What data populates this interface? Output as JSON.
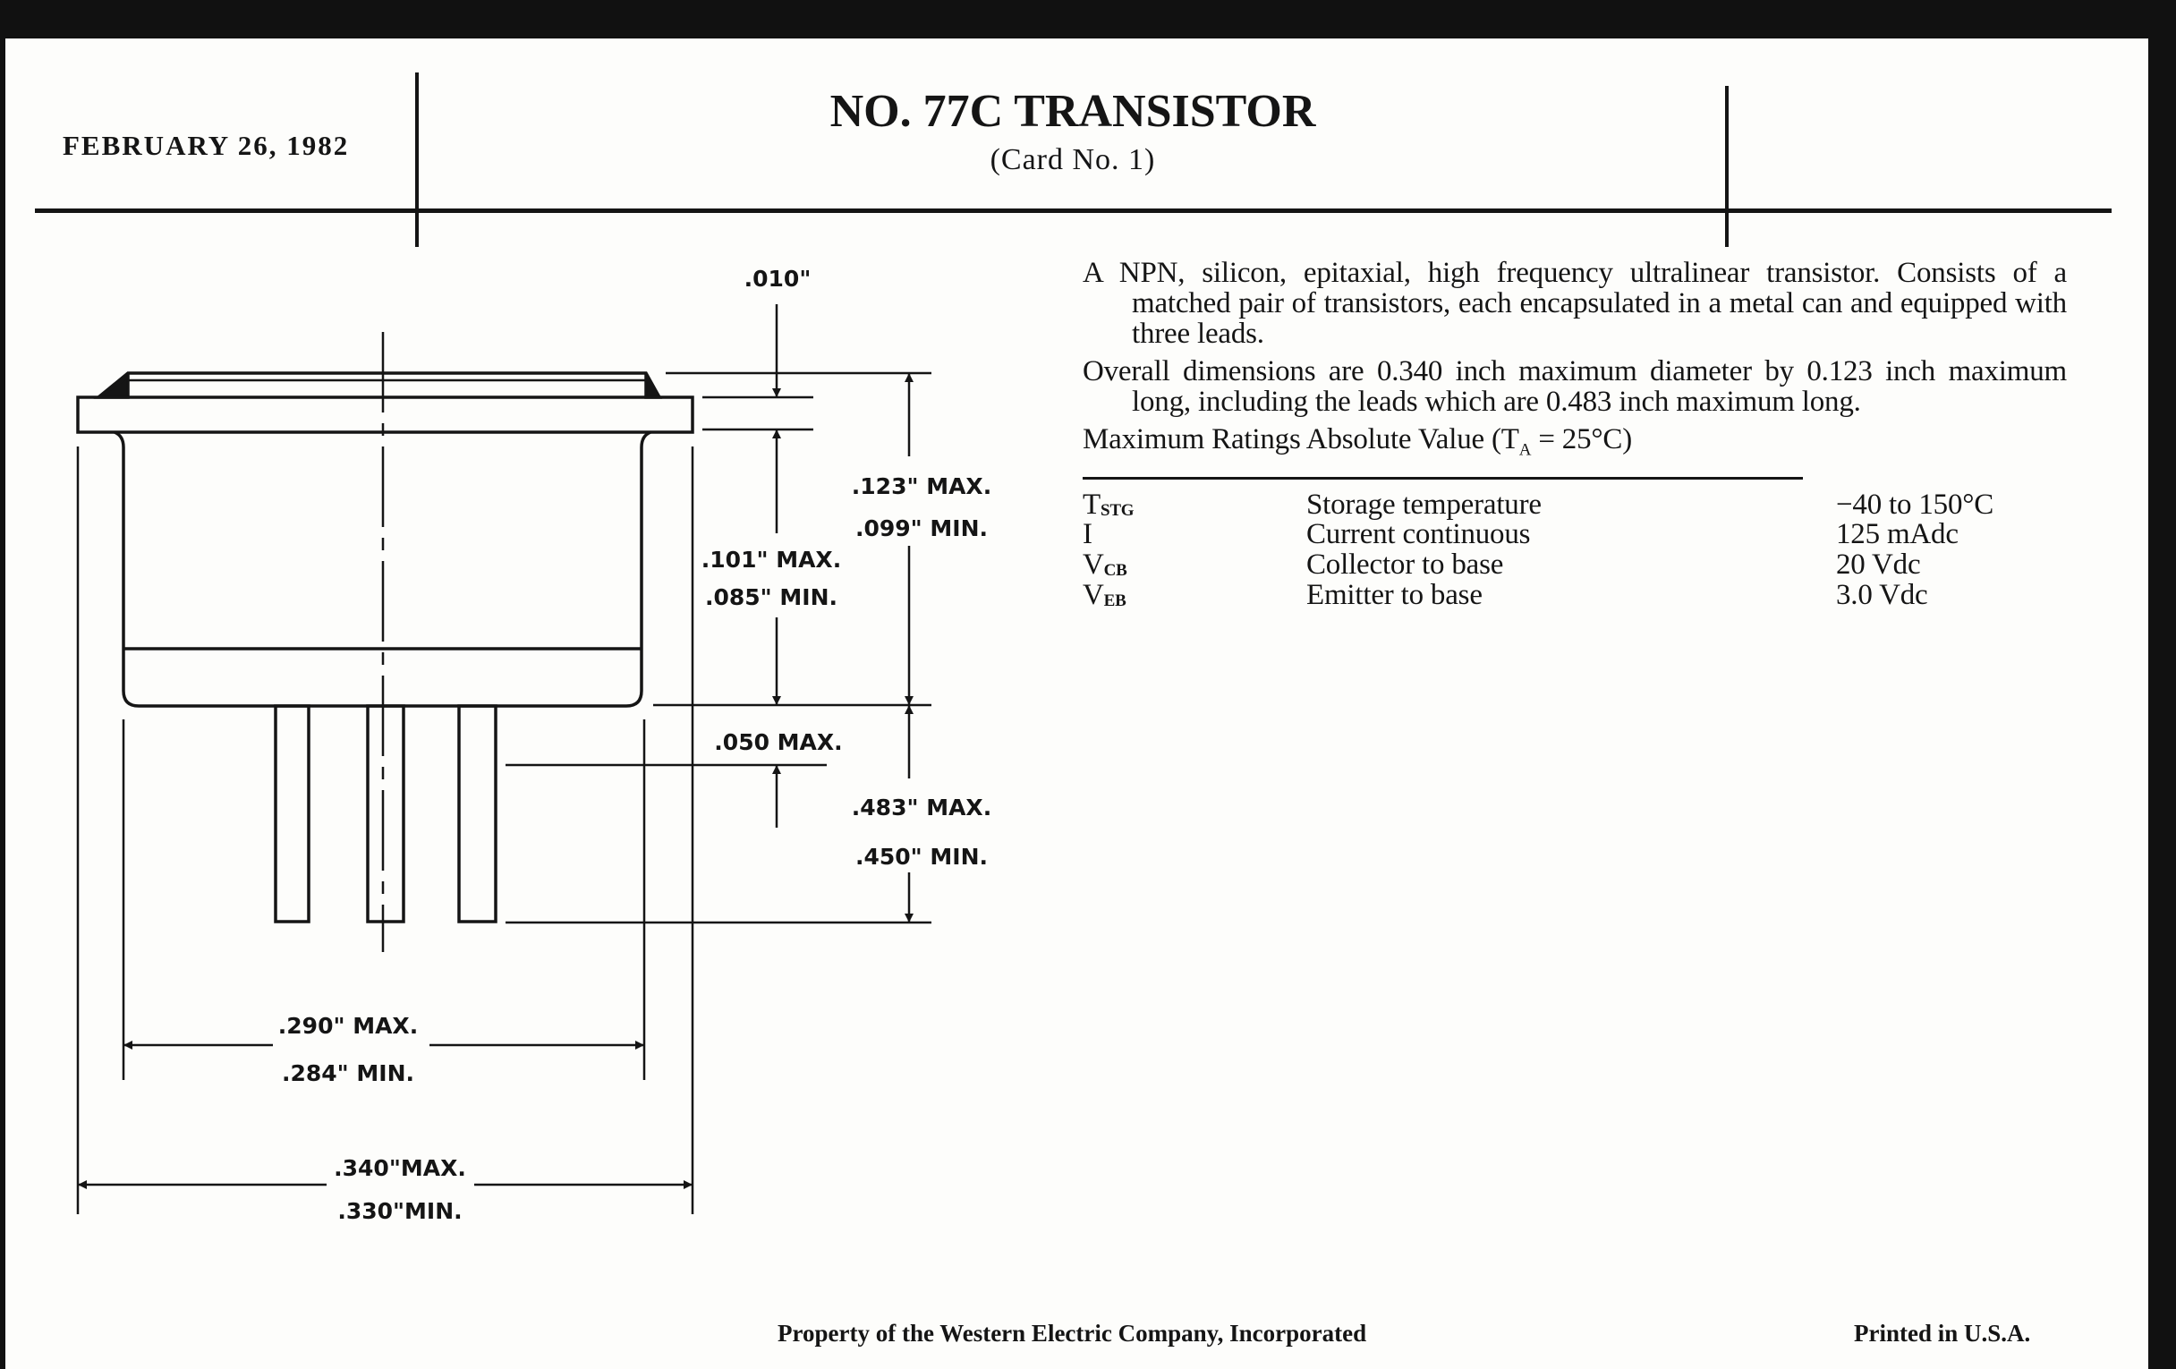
{
  "header": {
    "date": "FEBRUARY 26, 1982",
    "title": "NO. 77C TRANSISTOR",
    "subtitle": "(Card No. 1)"
  },
  "drawing": {
    "dim_top_cap": ".010\"",
    "dim_body_max": ".101\" MAX.",
    "dim_body_min": ".085\" MIN.",
    "dim_height_max": ".123\" MAX.",
    "dim_height_min": ".099\" MIN.",
    "dim_lead_offset": ".050 MAX.",
    "dim_lead_max": ".483\" MAX.",
    "dim_lead_min": ".450\" MIN.",
    "dim_body_dia_max": ".290\" MAX.",
    "dim_body_dia_min": ".284\" MIN.",
    "dim_flange_dia_max": ".340\"MAX.",
    "dim_flange_dia_min": ".330\"MIN."
  },
  "description": [
    "A NPN, silicon, epitaxial, high frequency ultralinear transistor. Consists of a matched pair of transistors, each encapsulated in a metal can and equipped with three leads.",
    "Overall dimensions are 0.340 inch maximum diameter by 0.123 inch maximum long, including the leads which are 0.483 inch maximum long."
  ],
  "ratings": {
    "heading_prefix": "Maximum Ratings Absolute Value (T",
    "heading_sub": "A",
    "heading_suffix": " = 25°C)",
    "rows": [
      {
        "symbol": "T",
        "sub": "STG",
        "parameter": "Storage temperature",
        "value": "−40 to 150°C"
      },
      {
        "symbol": "I",
        "sub": "",
        "parameter": "Current continuous",
        "value": "125 mAdc"
      },
      {
        "symbol": "V",
        "sub": "CB",
        "parameter": "Collector to base",
        "value": "20 Vdc"
      },
      {
        "symbol": "V",
        "sub": "EB",
        "parameter": "Emitter to base",
        "value": "3.0 Vdc"
      }
    ]
  },
  "footer": {
    "property": "Property of the Western Electric Company, Incorporated",
    "printed": "Printed in U.S.A."
  }
}
